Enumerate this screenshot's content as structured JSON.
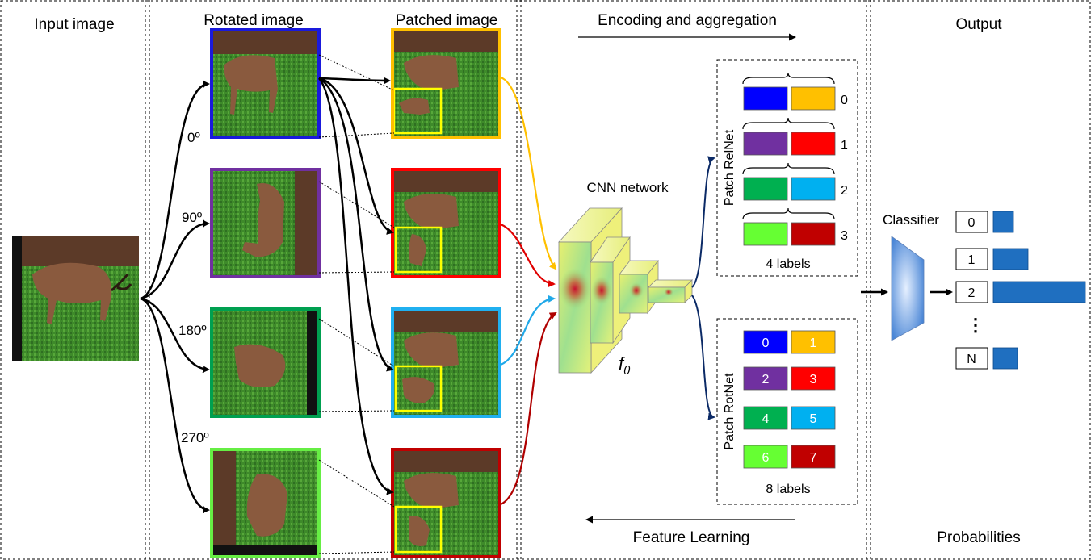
{
  "sections": {
    "input": "Input image",
    "rotated": "Rotated image",
    "patched": "Patched image",
    "encoding": "Encoding and aggregation",
    "output": "Output"
  },
  "angles": [
    "0º",
    "90º",
    "180º",
    "270º"
  ],
  "cnn": {
    "title": "CNN network",
    "symbol": "f",
    "subscript": "θ"
  },
  "relnet": {
    "title": "Patch RelNet",
    "pair_labels": [
      "0",
      "1",
      "2",
      "3"
    ],
    "footer": "4 labels"
  },
  "rotnet": {
    "title": "Patch RotNet",
    "cell_labels": [
      "0",
      "1",
      "2",
      "3",
      "4",
      "5",
      "6",
      "7"
    ],
    "footer": "8 labels"
  },
  "classifier": {
    "title": "Classifier"
  },
  "probabilities": {
    "rows": [
      "0",
      "1",
      "2",
      "⋮",
      "N"
    ],
    "title": "Probabilities",
    "values": [
      0.16,
      0.27,
      0.72,
      0.19
    ]
  },
  "feature_learning": "Feature Learning",
  "colors": {
    "rot0": "#1a1adc",
    "rot90": "#7030a0",
    "rot180": "#00a050",
    "rot270": "#66ee44",
    "patch0": "#ffc000",
    "patch1": "#ff0000",
    "patch2": "#20b0f0",
    "patch3": "#c00000",
    "prob_bar": "#1f6fc0",
    "rel_blue": "#0000ff",
    "rel_orange": "#ffc000",
    "rel_purple": "#7030a0",
    "rel_red": "#ff0000",
    "rel_green": "#00b050",
    "rel_cyan": "#00b0f0",
    "rel_lime": "#66ff33",
    "rel_darkred": "#c00000"
  }
}
